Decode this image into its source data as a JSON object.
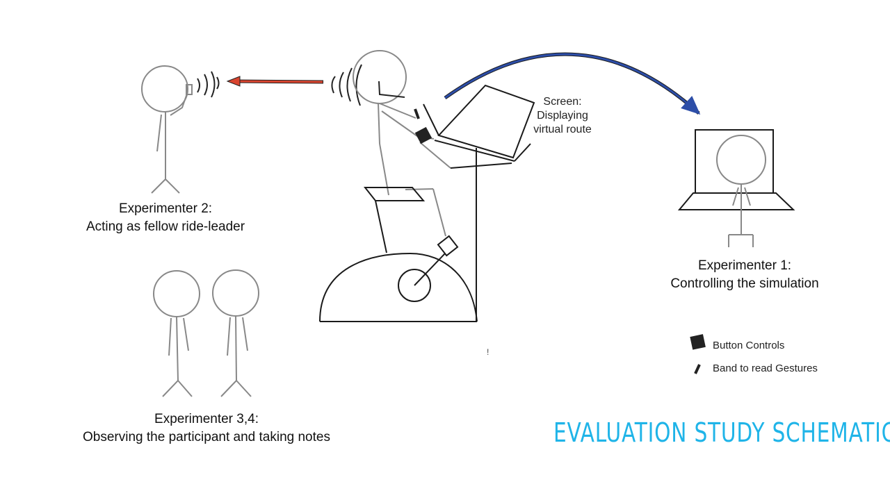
{
  "title": "EVALUATION STUDY SCHEMATIC",
  "colors": {
    "title": "#1fb4e8",
    "red_arrow": "#d9442f",
    "blue_arrow": "#2d4ea8",
    "figure": "#888888",
    "bike": "#1a1a1a",
    "control": "#222222"
  },
  "labels": {
    "experimenter2": {
      "line1": "Experimenter 2:",
      "line2": "Acting as fellow ride-leader"
    },
    "experimenter34": {
      "line1": "Experimenter 3,4:",
      "line2": "Observing the participant and taking notes"
    },
    "experimenter1": {
      "line1": "Experimenter 1:",
      "line2": "Controlling the simulation"
    },
    "screen": {
      "line1": "Screen:",
      "line2": "Displaying",
      "line3": "virtual route"
    }
  },
  "legend": [
    {
      "icon": "button-controls-icon",
      "label": "Button Controls"
    },
    {
      "icon": "gesture-band-icon",
      "label": "Band to read Gestures"
    }
  ]
}
